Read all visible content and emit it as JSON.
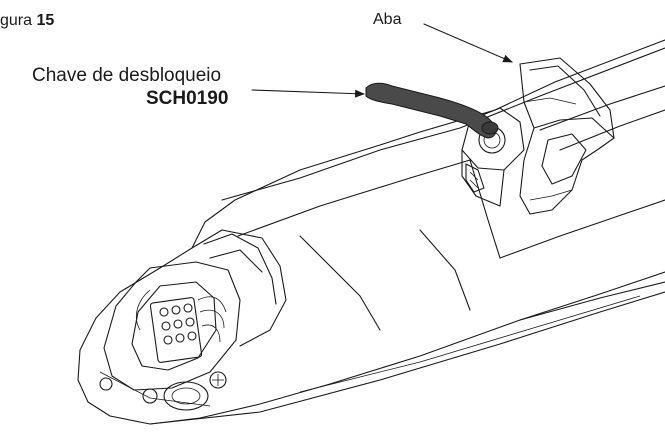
{
  "figure": {
    "prefix": "gura",
    "number": "15"
  },
  "callouts": {
    "tab": "Aba",
    "release_key_name": "Chave de desbloqueio",
    "release_key_code": "SCH0190"
  },
  "colors": {
    "key_fill": "#4a4a4a",
    "line": "#1a1a1a",
    "background": "#ffffff"
  }
}
